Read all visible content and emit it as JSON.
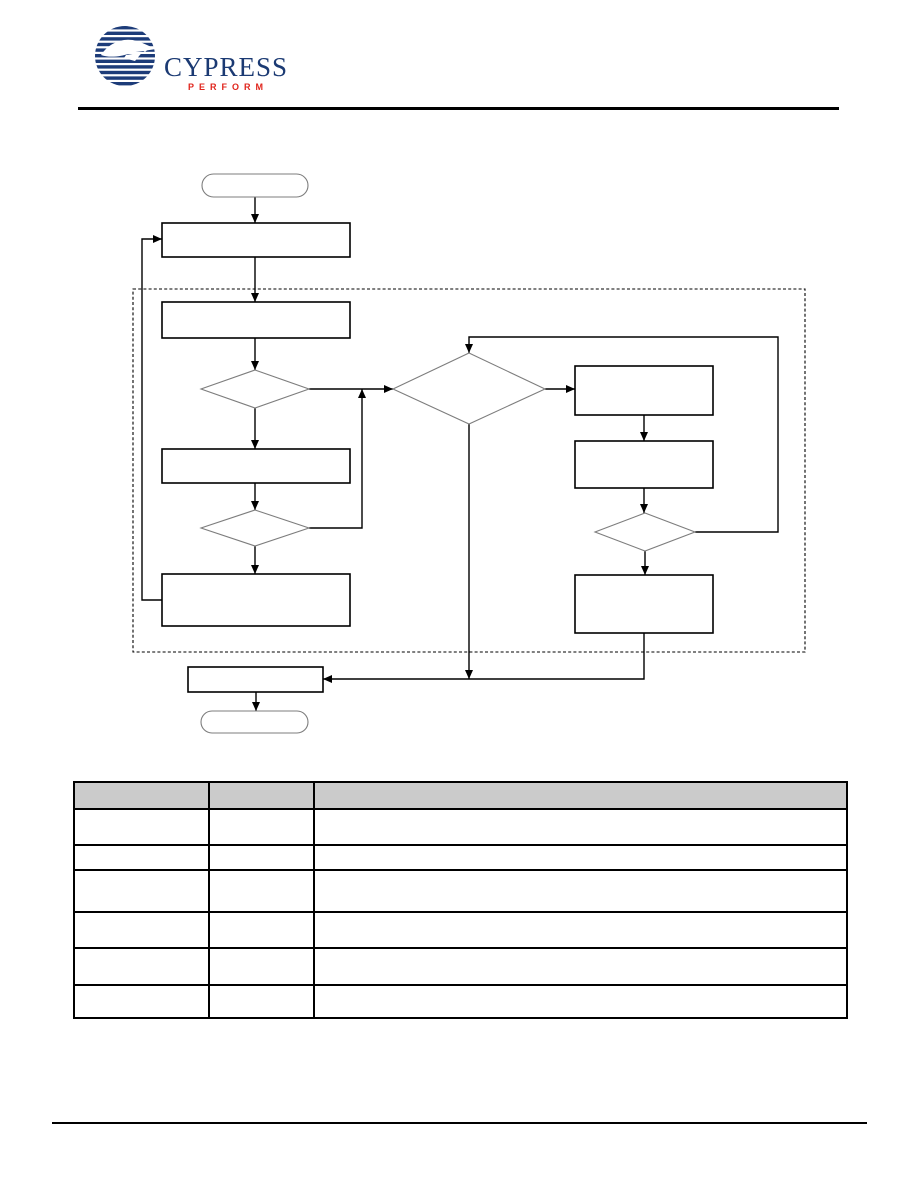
{
  "page": {
    "background": "#ffffff"
  },
  "logo": {
    "brand": "CYPRESS",
    "tagline": "PERFORM",
    "brand_color": "#1b3a73",
    "tagline_color": "#e0251c",
    "mark_color": "#1d3c79"
  },
  "flowchart": {
    "dashed_group_label": "",
    "nodes": [
      {
        "id": "start",
        "type": "terminator",
        "label": ""
      },
      {
        "id": "process-1",
        "type": "process",
        "label": ""
      },
      {
        "id": "process-2",
        "type": "process",
        "label": ""
      },
      {
        "id": "decision-1",
        "type": "decision",
        "label": ""
      },
      {
        "id": "process-3",
        "type": "process",
        "label": ""
      },
      {
        "id": "decision-2",
        "type": "decision",
        "label": ""
      },
      {
        "id": "process-4",
        "type": "process",
        "label": ""
      },
      {
        "id": "decision-3",
        "type": "decision",
        "label": ""
      },
      {
        "id": "process-5",
        "type": "process",
        "label": ""
      },
      {
        "id": "process-6",
        "type": "process",
        "label": ""
      },
      {
        "id": "decision-4",
        "type": "decision",
        "label": ""
      },
      {
        "id": "process-7",
        "type": "process",
        "label": ""
      },
      {
        "id": "process-8",
        "type": "process",
        "label": ""
      },
      {
        "id": "end",
        "type": "terminator",
        "label": ""
      }
    ]
  },
  "table": {
    "header_bg": "#cbcbcb",
    "columns": [
      "",
      "",
      ""
    ],
    "rows": [
      [
        "",
        "",
        ""
      ],
      [
        "",
        "",
        ""
      ],
      [
        "",
        "",
        ""
      ],
      [
        "",
        "",
        ""
      ],
      [
        "",
        "",
        ""
      ],
      [
        "",
        "",
        ""
      ]
    ]
  }
}
